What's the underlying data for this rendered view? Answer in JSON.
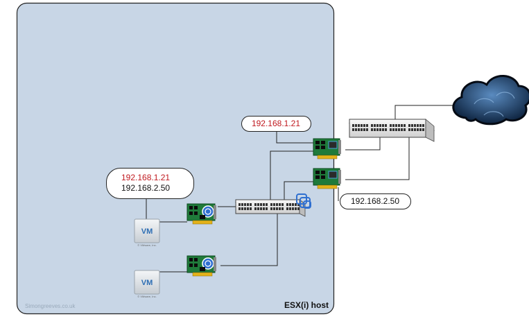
{
  "host": {
    "label": "ESX(i) host",
    "watermark": "Simongreeves.co.uk",
    "fill": "#c8d6e6"
  },
  "vm1": {
    "icon_text": "VM",
    "caption": "© VMware, Inc.",
    "ip_primary": "192.168.1.21",
    "ip_secondary": "192.168.2.50"
  },
  "vm2": {
    "icon_text": "VM",
    "caption": "© VMware, Inc."
  },
  "pnic_upper": {
    "ip": "192.168.1.21"
  },
  "pnic_lower": {
    "ip": "192.168.2.50"
  },
  "icons": {
    "cloud": "cloud-icon",
    "physical_switch": "physical-switch-icon",
    "virtual_switch": "virtual-switch-icon",
    "physical_nic": "physical-nic-icon",
    "virtual_nic": "virtual-nic-icon",
    "vm": "vm-icon"
  },
  "colors": {
    "ip_highlight": "#c0191f",
    "nic_board": "#1f7a3a"
  }
}
